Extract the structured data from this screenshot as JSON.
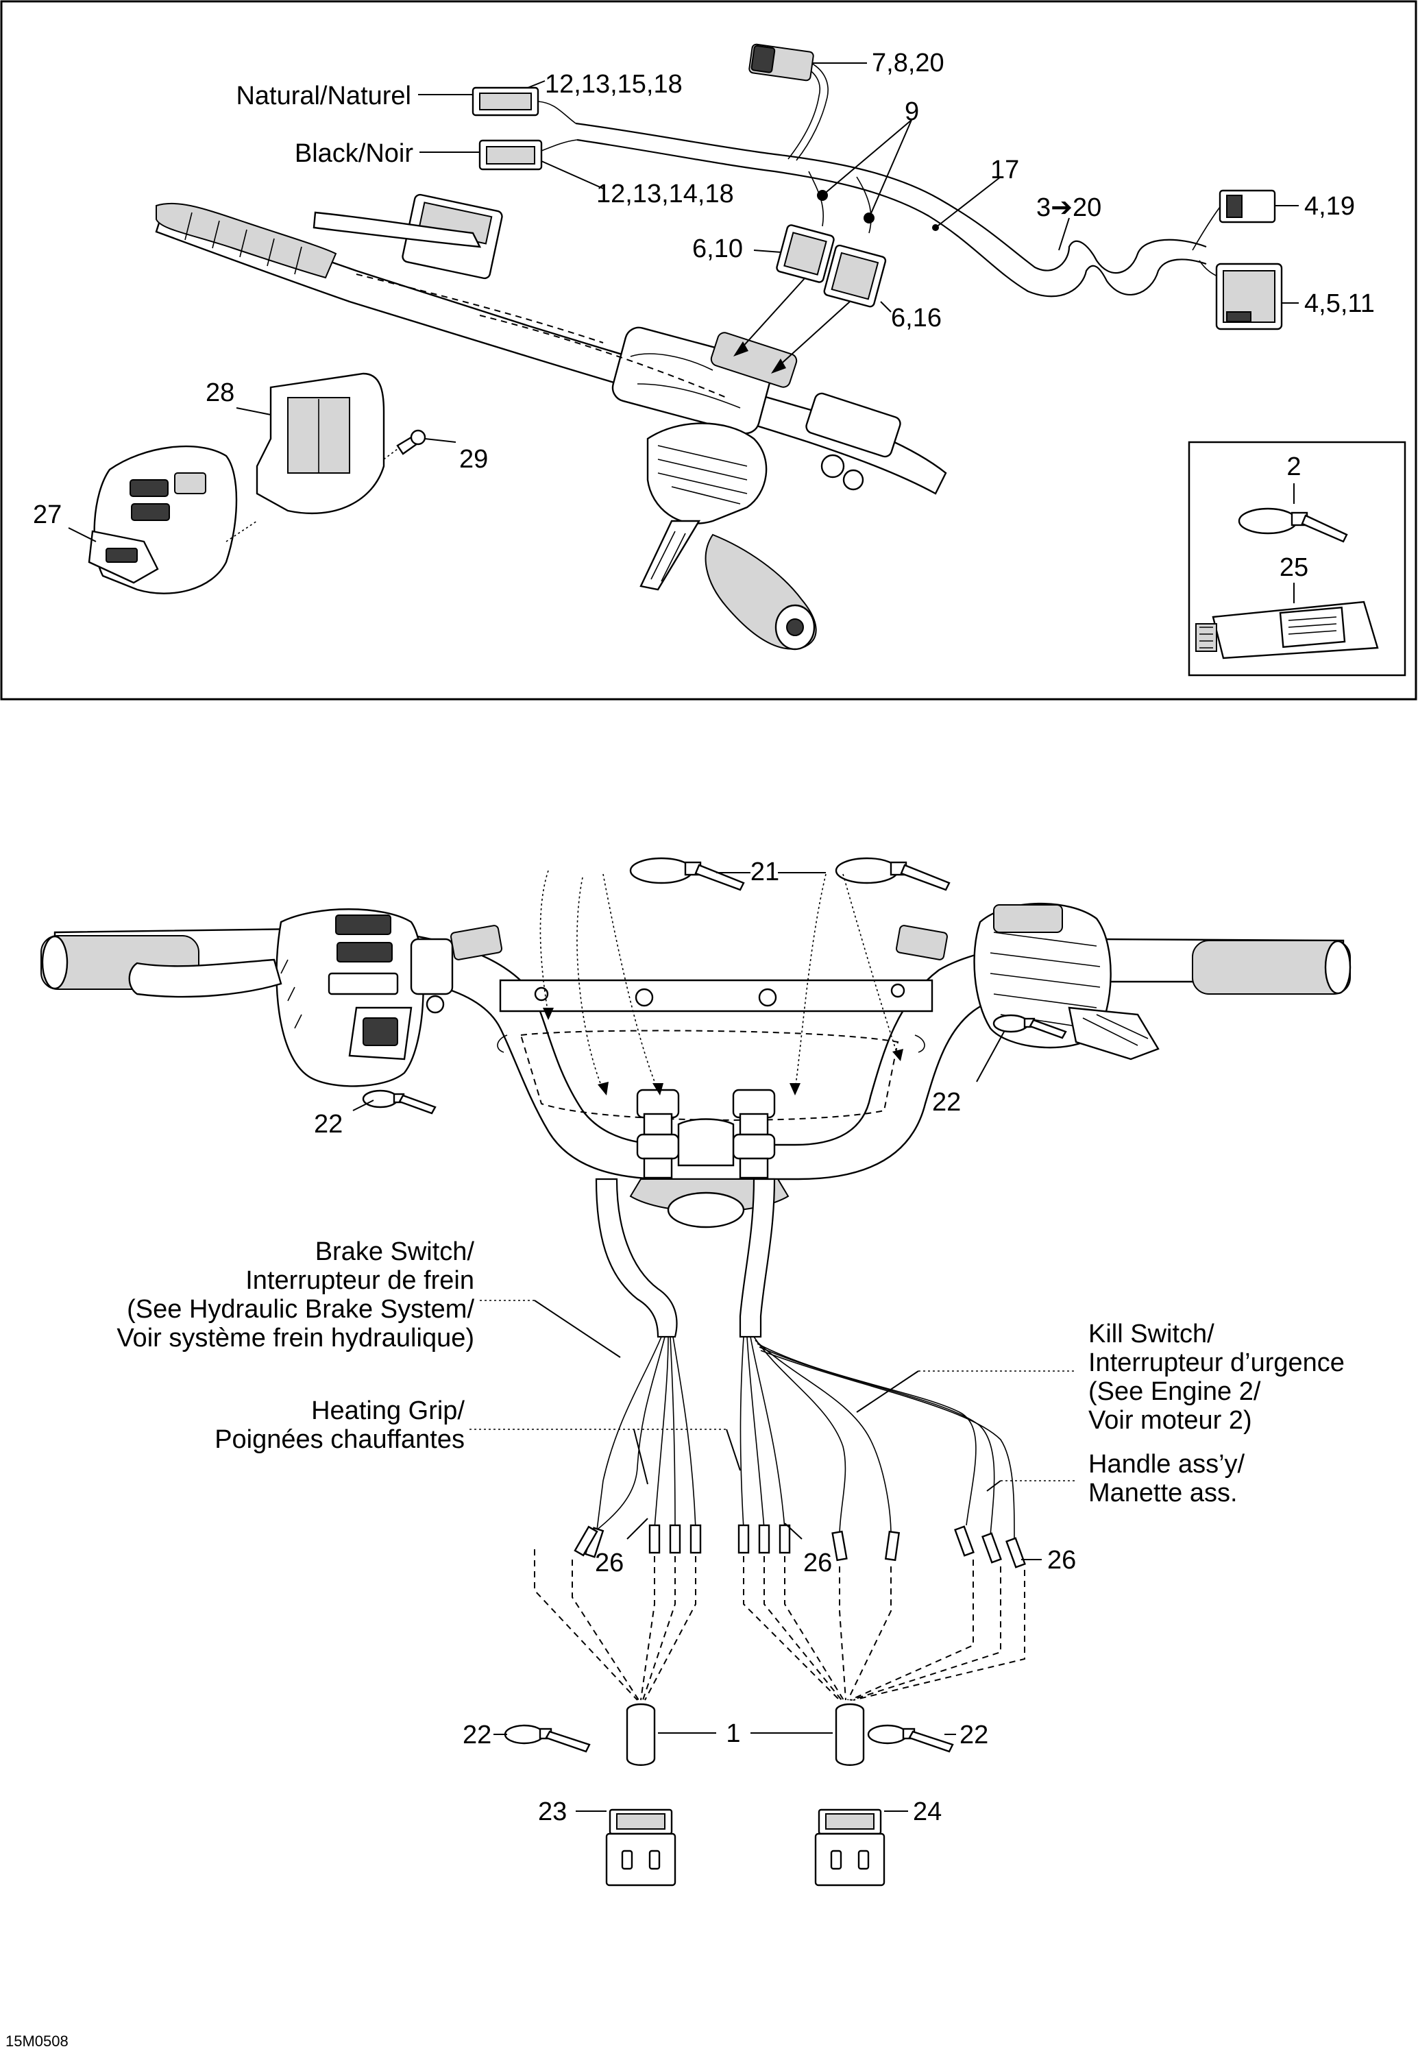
{
  "diagram_id": "15M0508",
  "top_panel": {
    "callouts": {
      "c_7_8_20": "7,8,20",
      "natural": "Natural/Naturel",
      "c_12_13_15_18": "12,13,15,18",
      "c_9": "9",
      "black": "Black/Noir",
      "c_17": "17",
      "c_12_13_14_18": "12,13,14,18",
      "c_3_20": "3➔20",
      "c_4_19": "4,19",
      "c_6_10": "6,10",
      "c_6_16": "6,16",
      "c_4_5_11": "4,5,11",
      "c_28": "28",
      "c_29": "29",
      "c_27": "27"
    },
    "inset": {
      "c_2": "2",
      "c_25": "25"
    }
  },
  "bottom_panel": {
    "callouts": {
      "c_21": "21",
      "c_22_left": "22",
      "c_22_right": "22",
      "brake_switch": [
        "Brake Switch/",
        "Interrupteur de frein",
        "(See Hydraulic Brake System/",
        "Voir système frein hydraulique)"
      ],
      "kill_switch": [
        "Kill Switch/",
        "Interrupteur d’urgence",
        "(See Engine 2/",
        "Voir moteur 2)"
      ],
      "heating_grip": [
        "Heating Grip/",
        "Poignées chauffantes"
      ],
      "handle_assy": [
        "Handle ass’y/",
        "Manette ass."
      ],
      "c_26_a": "26",
      "c_26_b": "26",
      "c_26_c": "26",
      "c_22_conn_left": "22",
      "c_1": "1",
      "c_22_conn_right": "22",
      "c_23": "23",
      "c_24": "24"
    }
  }
}
